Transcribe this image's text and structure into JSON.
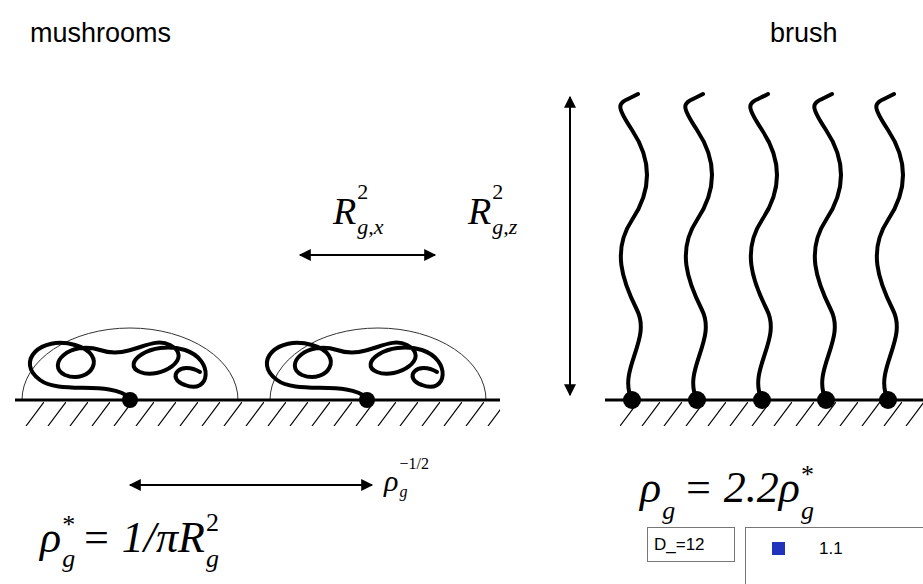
{
  "diagram": {
    "nodes": [
      {
        "text": [
          "D_=12"
        ]
      }
    ],
    "labels": [
      "mushrooms",
      "brush",
      "R",
      "2",
      "g,x",
      "R",
      "2",
      "g,z",
      "ρ",
      "−1/2",
      "g",
      "ρ",
      "*",
      "g",
      "= 1/πR",
      "2",
      "g",
      "ρ",
      "g",
      "= 2.2ρ",
      "*",
      "g"
    ],
    "legend": [
      {
        "text": "1.1",
        "color": "#2233bb"
      }
    ]
  }
}
